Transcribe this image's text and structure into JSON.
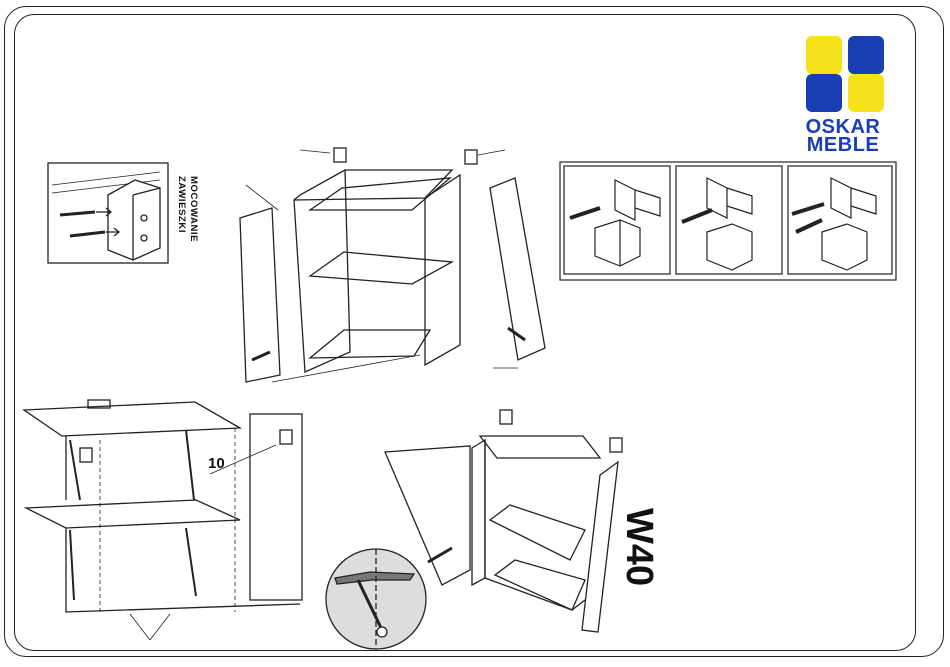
{
  "brand": {
    "line1": "OSKAR",
    "line2": "MEBLE",
    "blue": "#1a3fb5",
    "yellow": "#f5e21a"
  },
  "mount_label": {
    "line1": "MOCOWANIE",
    "line2": "ZAWIESZKI"
  },
  "part_number": "10",
  "model": "W40",
  "icons": [
    "hinge-icon",
    "screw-icon",
    "bracket-icon"
  ]
}
